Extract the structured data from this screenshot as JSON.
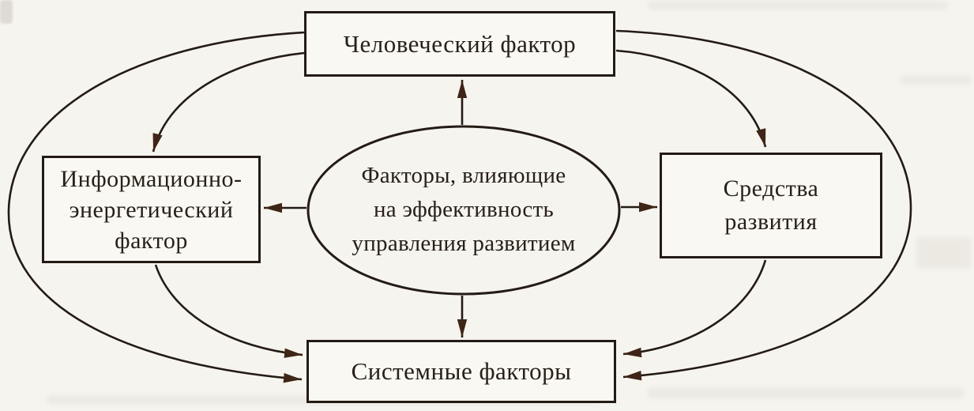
{
  "figure": {
    "type": "diagram",
    "background_color": "#f6f4ee",
    "line_color": "#241b15",
    "arrowhead_color": "#3f2517",
    "text_color": "#272019",
    "center": {
      "lines": [
        "Факторы, влияющие",
        "на эффективность",
        "управления развитием"
      ],
      "label": "Факторы, влияющие на эффективность управления развитием"
    },
    "nodes": {
      "top": {
        "label": "Человеческий фактор",
        "lines": [
          "Человеческий фактор"
        ]
      },
      "left": {
        "label": "Информационно-энергетический фактор",
        "lines": [
          "Информационно-",
          "энергетический",
          "фактор"
        ]
      },
      "right": {
        "label": "Средства развития",
        "lines": [
          "Средства",
          "развития"
        ]
      },
      "bottom": {
        "label": "Системные факторы",
        "lines": [
          "Системные факторы"
        ]
      }
    },
    "edges": [
      {
        "from": "center",
        "to": "top"
      },
      {
        "from": "center",
        "to": "left"
      },
      {
        "from": "center",
        "to": "right"
      },
      {
        "from": "center",
        "to": "bottom"
      },
      {
        "from": "top",
        "to": "left"
      },
      {
        "from": "top",
        "to": "right"
      },
      {
        "from": "left",
        "to": "bottom"
      },
      {
        "from": "right",
        "to": "bottom"
      },
      {
        "from": "top",
        "to": "bottom",
        "via": "outer-left"
      },
      {
        "from": "top",
        "to": "bottom",
        "via": "outer-right"
      }
    ]
  }
}
